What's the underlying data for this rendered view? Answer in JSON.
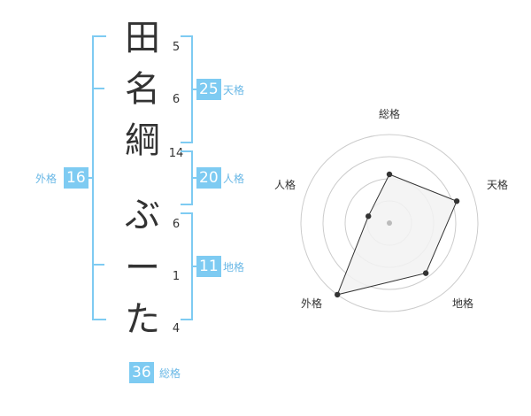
{
  "colors": {
    "accent": "#7ecbf2",
    "accent_text": "#6ab8e6",
    "text": "#333333",
    "radar_fill": "#f2f2f2",
    "radar_grid": "#cccccc"
  },
  "name": {
    "characters": [
      "田",
      "名",
      "綱",
      "ぶ",
      "ー",
      "た"
    ],
    "strokes": [
      "5",
      "6",
      "14",
      "6",
      "1",
      "4"
    ]
  },
  "fortune": {
    "tenkaku": {
      "label": "天格",
      "value": "25"
    },
    "jinkaku": {
      "label": "人格",
      "value": "20"
    },
    "chikaku": {
      "label": "地格",
      "value": "11"
    },
    "gaikaku": {
      "label": "外格",
      "value": "16"
    },
    "soukaku": {
      "label": "総格",
      "value": "36"
    }
  },
  "radar": {
    "axes": [
      "総格",
      "天格",
      "地格",
      "外格",
      "人格"
    ],
    "levels": 4,
    "max": 4,
    "values": [
      2.2,
      3.2,
      2.8,
      4.0,
      1.0
    ]
  }
}
